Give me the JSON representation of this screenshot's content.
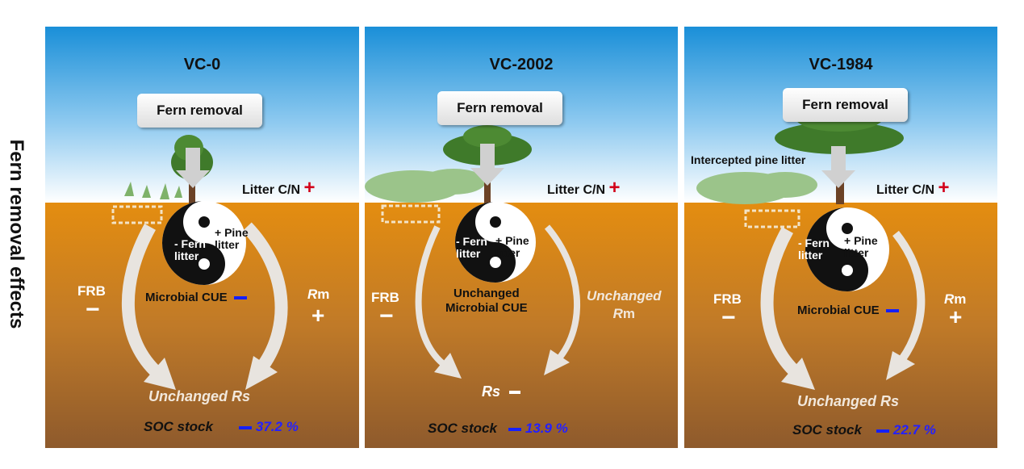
{
  "side_label": "Fern removal effects",
  "common": {
    "fern_removal": "Fern removal",
    "litter_cn": "Litter C/N",
    "plus": "+",
    "minus": "−",
    "fern_litter_line1": "- Fern",
    "fern_litter_line2": "litter",
    "pine_litter_line1": "+ Pine",
    "pine_litter_line2": "litter",
    "frb": "FRB",
    "rm_r": "R",
    "rm_m": "m",
    "soc_stock": "SOC stock"
  },
  "panels": [
    {
      "title": "VC-0",
      "microbial_cue": "Microbial CUE",
      "right_flux_line1": "",
      "rs_label": "Unchanged Rs",
      "soc_change": "37.2 %"
    },
    {
      "title": "VC-2002",
      "microbial_cue_line1": "Unchanged",
      "microbial_cue_line2": "Microbial CUE",
      "right_flux_line1": "Unchanged",
      "rs_label": "Rs",
      "soc_change": "13.9 %"
    },
    {
      "title": "VC-1984",
      "intercepted": "Intercepted pine litter",
      "microbial_cue": "Microbial CUE",
      "rs_label": "Unchanged Rs",
      "soc_change": "22.7 %"
    }
  ],
  "colors": {
    "sky_top": "#1a8fd8",
    "soil_top": "#e48d10",
    "soil_bottom": "#8e5a2c",
    "plus_red": "#d2001a",
    "minus_blue": "#1420ff"
  }
}
